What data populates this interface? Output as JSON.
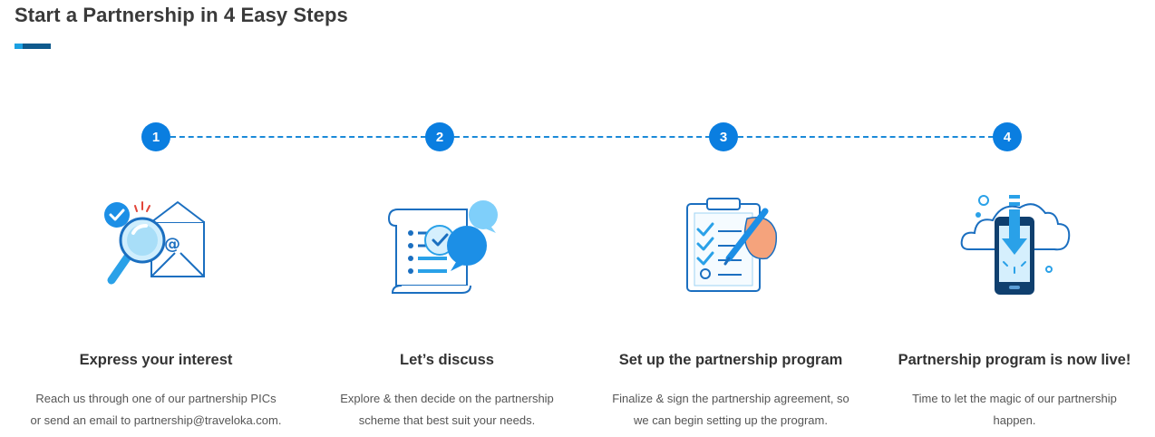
{
  "page": {
    "title": "Start a Partnership in 4 Easy Steps"
  },
  "colors": {
    "accent_blue": "#0a7ee0",
    "accent_light_blue": "#1ba0e2",
    "accent_dark_blue": "#0f5a8d",
    "text_dark": "#333333",
    "text_muted": "#555555"
  },
  "steps": [
    {
      "number": "1",
      "icon": "magnifier-envelope-icon",
      "title": "Express your interest",
      "desc_line1": "Reach us through one of our partnership PICs",
      "desc_line2": "or send an email to partnership@traveloka.com."
    },
    {
      "number": "2",
      "icon": "document-chat-icon",
      "title": "Let’s discuss",
      "desc_line1": "Explore & then decide on the partnership",
      "desc_line2": "scheme that best suit your needs."
    },
    {
      "number": "3",
      "icon": "clipboard-checklist-icon",
      "title": "Set up the partnership program",
      "desc_line1": "Finalize & sign the partnership agreement, so",
      "desc_line2": "we can begin setting up the program."
    },
    {
      "number": "4",
      "icon": "phone-cloud-download-icon",
      "title": "Partnership program is now live!",
      "desc_line1": "Time to let the magic of our partnership",
      "desc_line2": "happen."
    }
  ]
}
